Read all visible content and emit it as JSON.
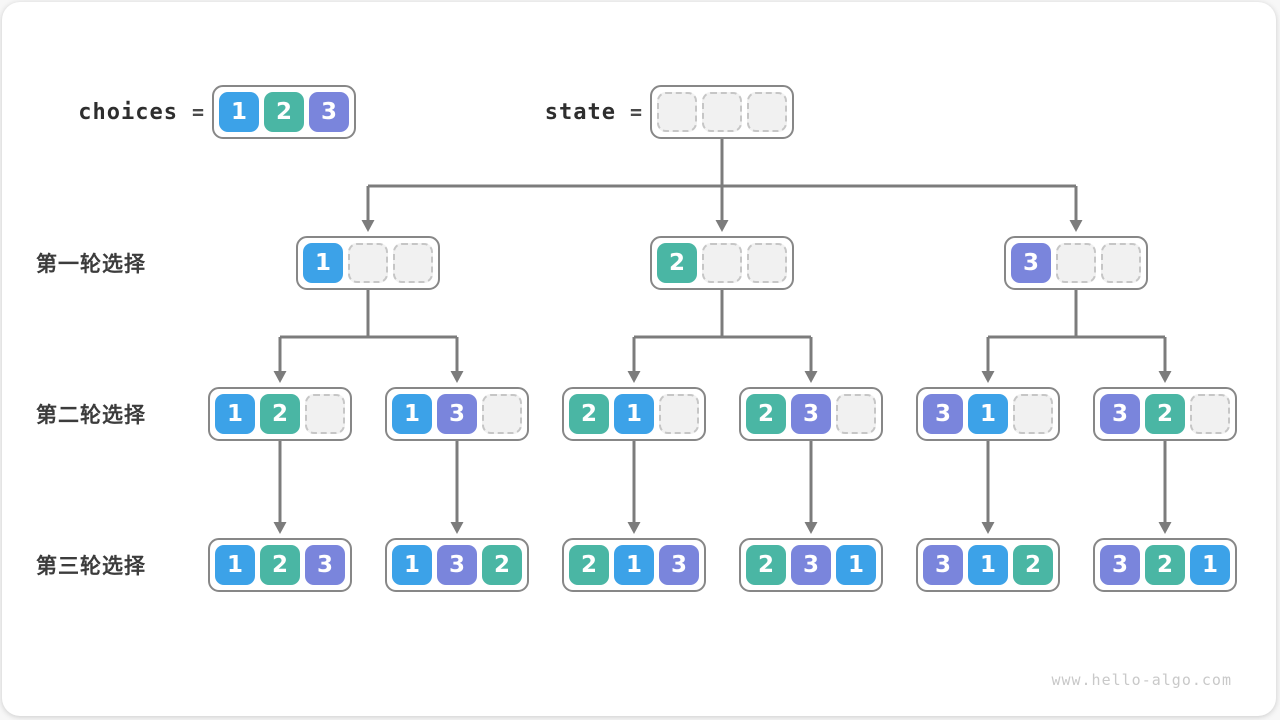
{
  "palette": {
    "1": "#3ca2e8",
    "2": "#4ab6a4",
    "3": "#7a85dc",
    "empty_cell_bg": "#f1f1f1",
    "empty_cell_border": "#c6c6c6",
    "node_border": "#878787",
    "arrow": "#7c7c7c",
    "text": "#3c3c3c",
    "watermark": "#c9c9c9"
  },
  "header": {
    "choices_label": "choices",
    "choices_equals": "=",
    "choices_cells": [
      1,
      2,
      3
    ],
    "state_label": "state",
    "state_equals": "=",
    "state_cells": [
      null,
      null,
      null
    ]
  },
  "row_labels": [
    "第一轮选择",
    "第二轮选择",
    "第三轮选择"
  ],
  "tree": {
    "level1": [
      [
        1,
        null,
        null
      ],
      [
        2,
        null,
        null
      ],
      [
        3,
        null,
        null
      ]
    ],
    "level2": [
      [
        1,
        2,
        null
      ],
      [
        1,
        3,
        null
      ],
      [
        2,
        1,
        null
      ],
      [
        2,
        3,
        null
      ],
      [
        3,
        1,
        null
      ],
      [
        3,
        2,
        null
      ]
    ],
    "level3": [
      [
        1,
        2,
        3
      ],
      [
        1,
        3,
        2
      ],
      [
        2,
        1,
        3
      ],
      [
        2,
        3,
        1
      ],
      [
        3,
        1,
        2
      ],
      [
        3,
        2,
        1
      ]
    ]
  },
  "watermark": "www.hello-algo.com"
}
